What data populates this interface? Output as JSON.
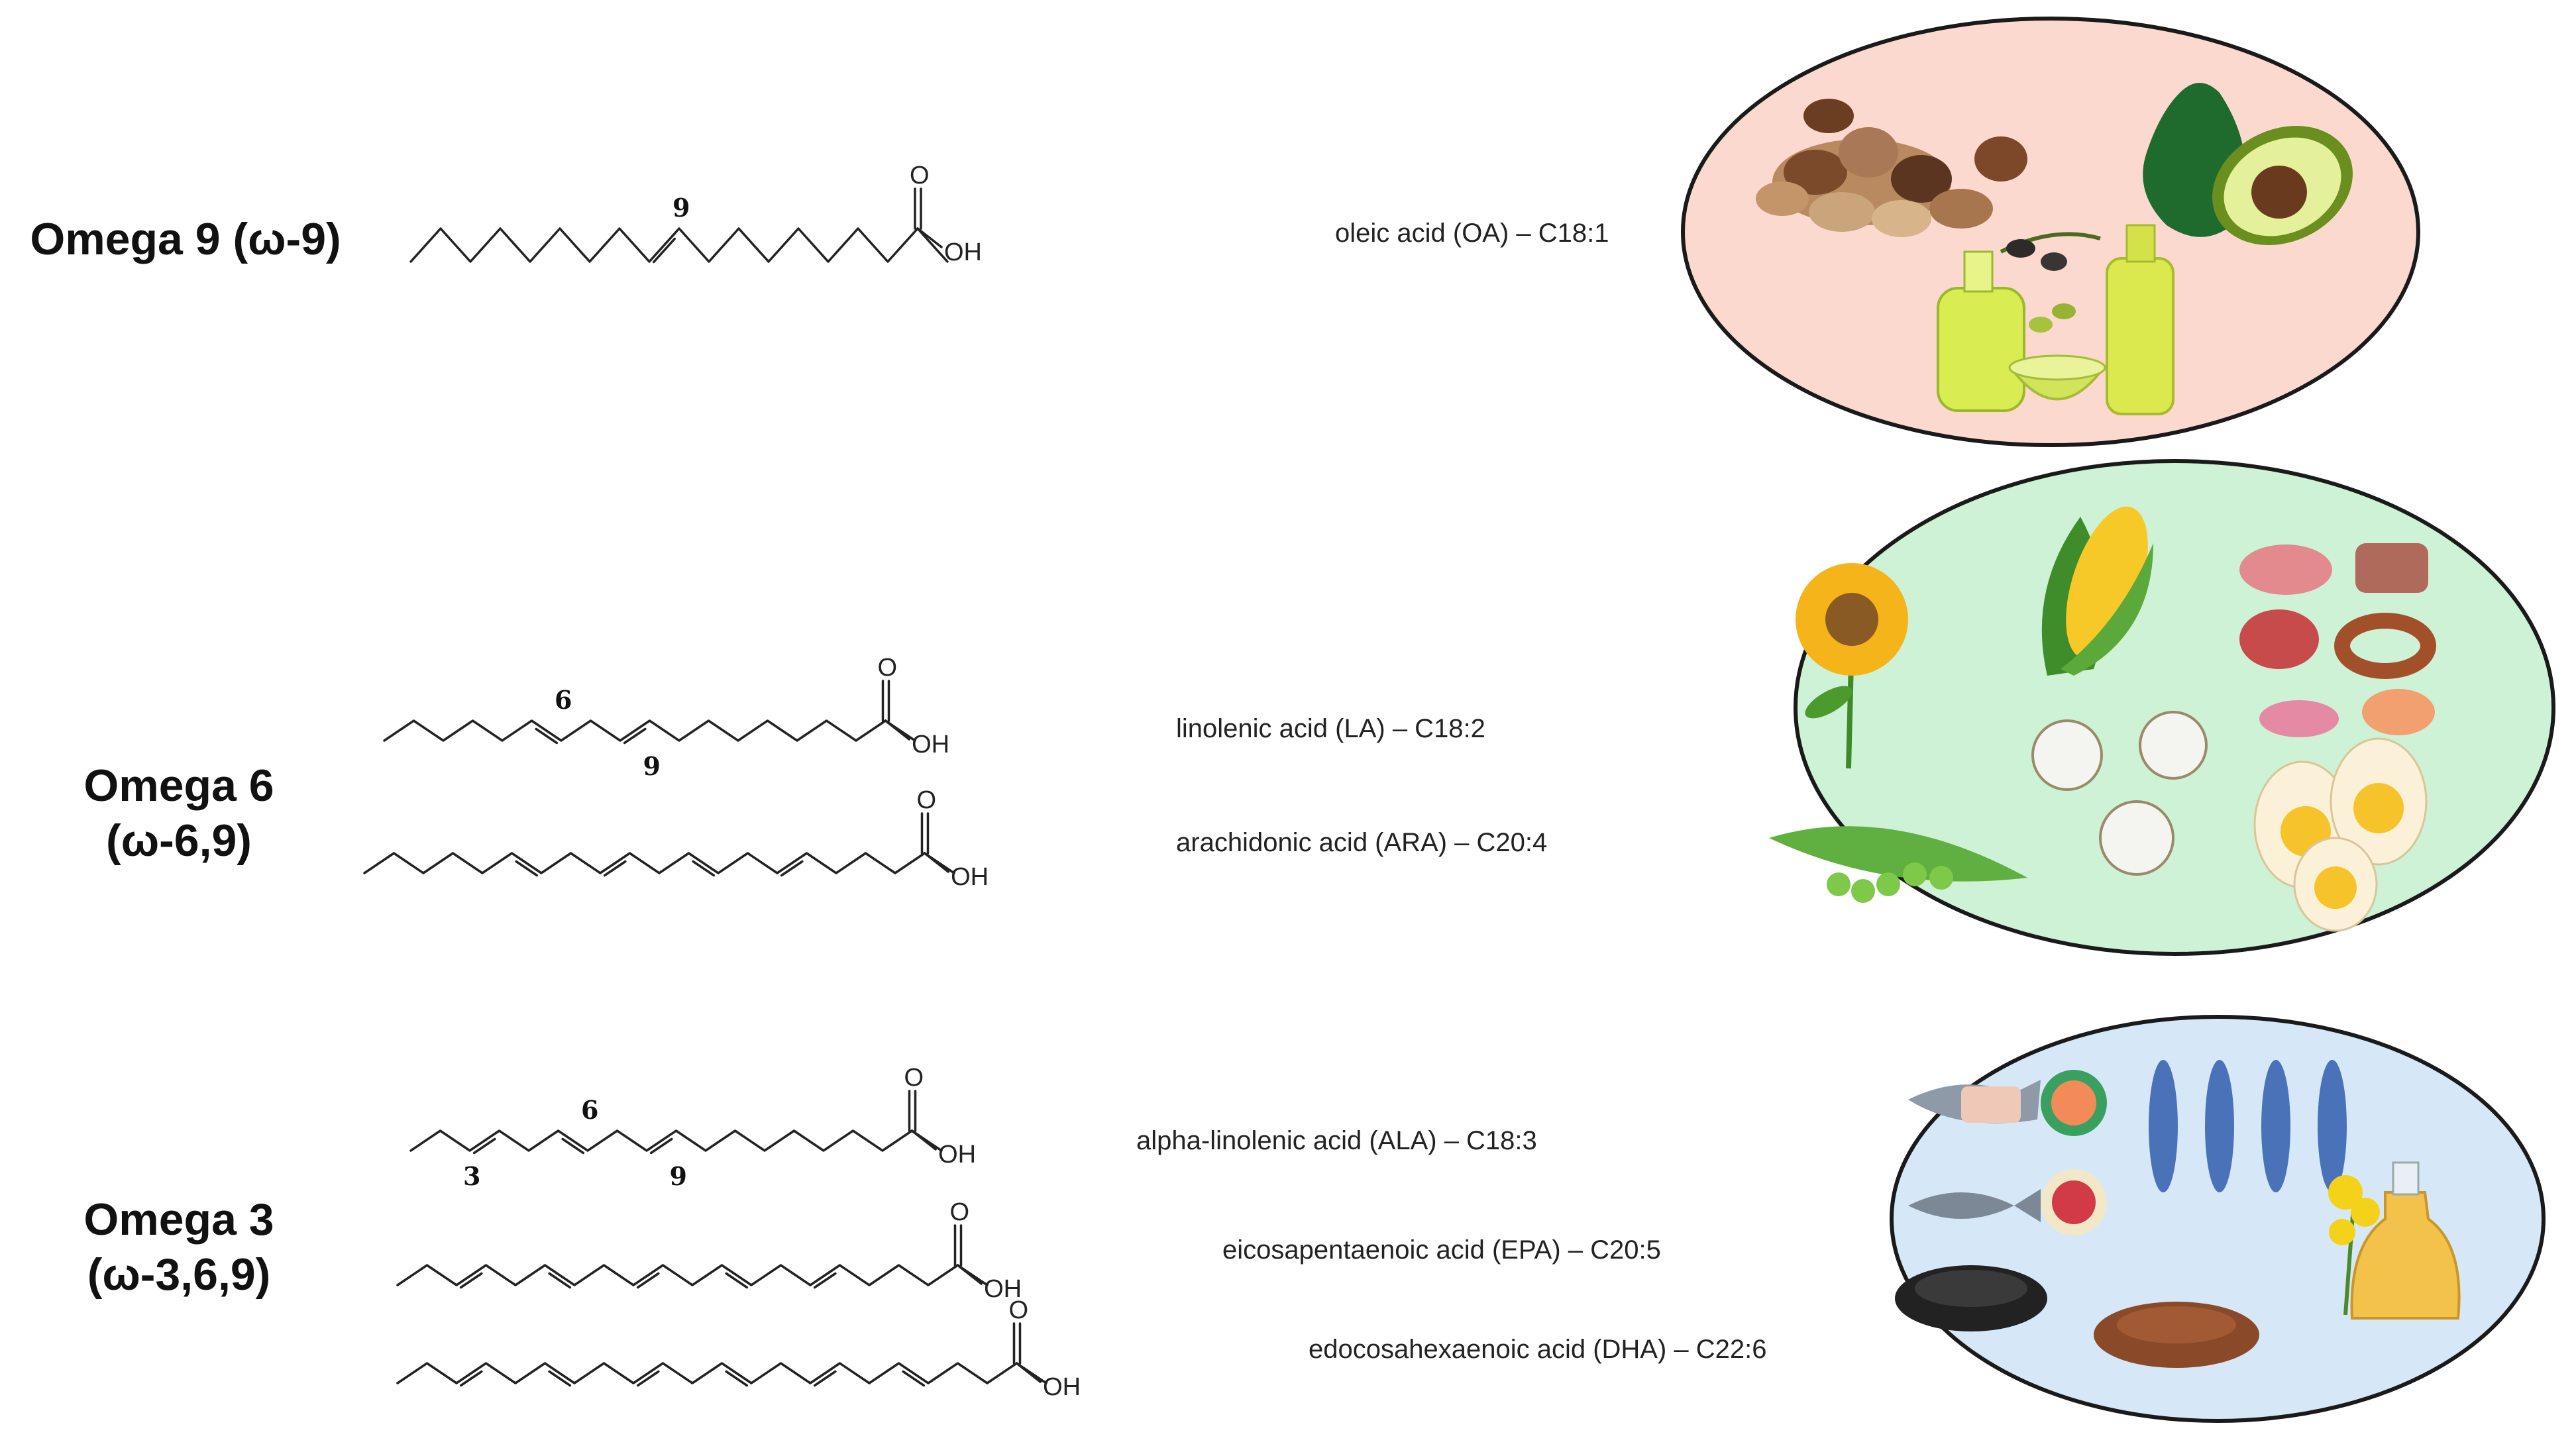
{
  "groups": [
    {
      "title": "Omega 9 (ω-9)",
      "subtitle": "",
      "food_panel_color": "#fbd9cf",
      "acids": [
        {
          "name": "oleic acid (OA) – C18:1",
          "carbons": 18,
          "double_bonds": [
            9
          ],
          "position_labels": [
            "9"
          ]
        }
      ]
    },
    {
      "title": "Omega 6",
      "subtitle": "(ω-6,9)",
      "food_panel_color": "#cdf2d6",
      "acids": [
        {
          "name": "linolenic acid (LA) – C18:2",
          "carbons": 18,
          "double_bonds": [
            6,
            9
          ],
          "position_labels": [
            "6",
            "9"
          ]
        },
        {
          "name": "arachidonic acid (ARA) – C20:4",
          "carbons": 20,
          "double_bonds": [
            6,
            9,
            12,
            15
          ],
          "position_labels": []
        }
      ]
    },
    {
      "title": "Omega 3",
      "subtitle": "(ω-3,6,9)",
      "food_panel_color": "#d6e8f7",
      "acids": [
        {
          "name": "alpha-linolenic acid (ALA) – C18:3",
          "carbons": 18,
          "double_bonds": [
            3,
            6,
            9
          ],
          "position_labels": [
            "3",
            "6",
            "9"
          ]
        },
        {
          "name": "eicosapentaenoic acid (EPA) – C20:5",
          "carbons": 20,
          "double_bonds": [
            3,
            6,
            9,
            12,
            15
          ],
          "position_labels": []
        },
        {
          "name": "edocosahexaenoic acid (DHA) – C22:6",
          "carbons": 22,
          "double_bonds": [
            3,
            6,
            9,
            12,
            15,
            18
          ],
          "position_labels": []
        }
      ]
    }
  ],
  "structure_labels": {
    "carbonyl_o": "O",
    "hydroxyl": "OH"
  },
  "food_icons": {
    "omega9": [
      "nuts-icon",
      "avocado-icon",
      "olive-oil-bottle-icon",
      "olive-branch-icon",
      "oil-bowl-icon"
    ],
    "omega6": [
      "sunflower-icon",
      "corn-icon",
      "meat-icon",
      "cotton-icon",
      "peas-icon",
      "eggs-icon",
      "sausage-icon",
      "chicken-icon"
    ],
    "omega3": [
      "fish-fillet-icon",
      "salmon-icon",
      "sardines-icon",
      "fish-icon",
      "tuna-icon",
      "rapeseed-flower-icon",
      "oil-bottle-icon",
      "black-seeds-icon",
      "flax-seeds-icon"
    ]
  }
}
